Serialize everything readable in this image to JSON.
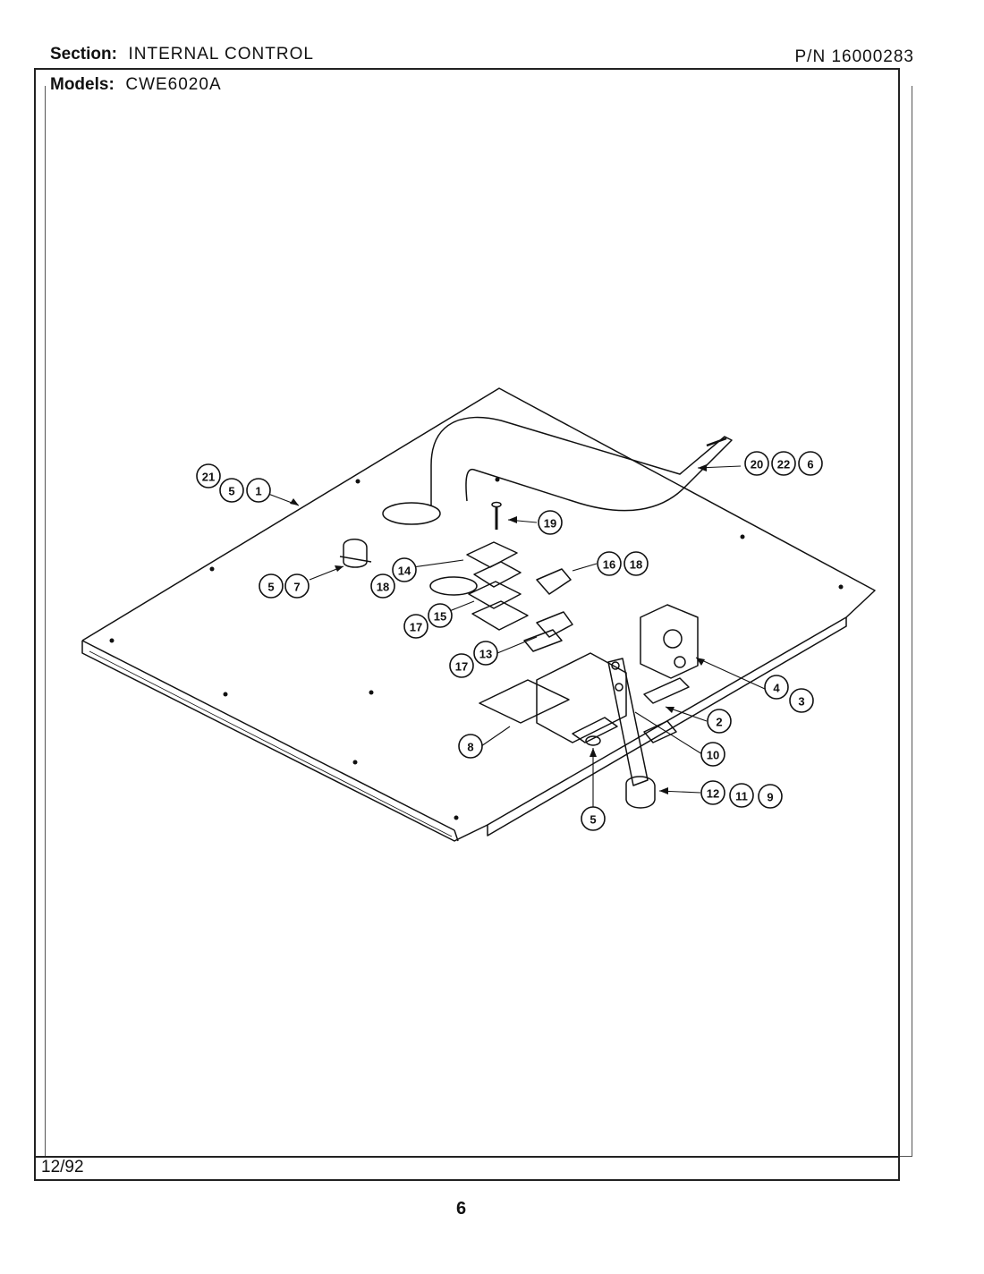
{
  "header": {
    "section_label": "Section:",
    "section_value": "INTERNAL CONTROL",
    "models_label": "Models:",
    "models_value": "CWE6020A",
    "part_number": "P/N 16000283"
  },
  "footer": {
    "date": "12/92",
    "page_number": "6"
  },
  "callouts": [
    {
      "id": "c21",
      "label": "21"
    },
    {
      "id": "c5a",
      "label": "5"
    },
    {
      "id": "c1",
      "label": "1"
    },
    {
      "id": "c20",
      "label": "20"
    },
    {
      "id": "c22",
      "label": "22"
    },
    {
      "id": "c6",
      "label": "6"
    },
    {
      "id": "c19",
      "label": "19"
    },
    {
      "id": "c14",
      "label": "14"
    },
    {
      "id": "c18a",
      "label": "18"
    },
    {
      "id": "c16",
      "label": "16"
    },
    {
      "id": "c18b",
      "label": "18"
    },
    {
      "id": "c5b",
      "label": "5"
    },
    {
      "id": "c7",
      "label": "7"
    },
    {
      "id": "c17a",
      "label": "17"
    },
    {
      "id": "c15",
      "label": "15"
    },
    {
      "id": "c17b",
      "label": "17"
    },
    {
      "id": "c13",
      "label": "13"
    },
    {
      "id": "c4",
      "label": "4"
    },
    {
      "id": "c3",
      "label": "3"
    },
    {
      "id": "c2",
      "label": "2"
    },
    {
      "id": "c10",
      "label": "10"
    },
    {
      "id": "c8",
      "label": "8"
    },
    {
      "id": "c12",
      "label": "12"
    },
    {
      "id": "c11",
      "label": "11"
    },
    {
      "id": "c9",
      "label": "9"
    },
    {
      "id": "c5c",
      "label": "5"
    }
  ]
}
